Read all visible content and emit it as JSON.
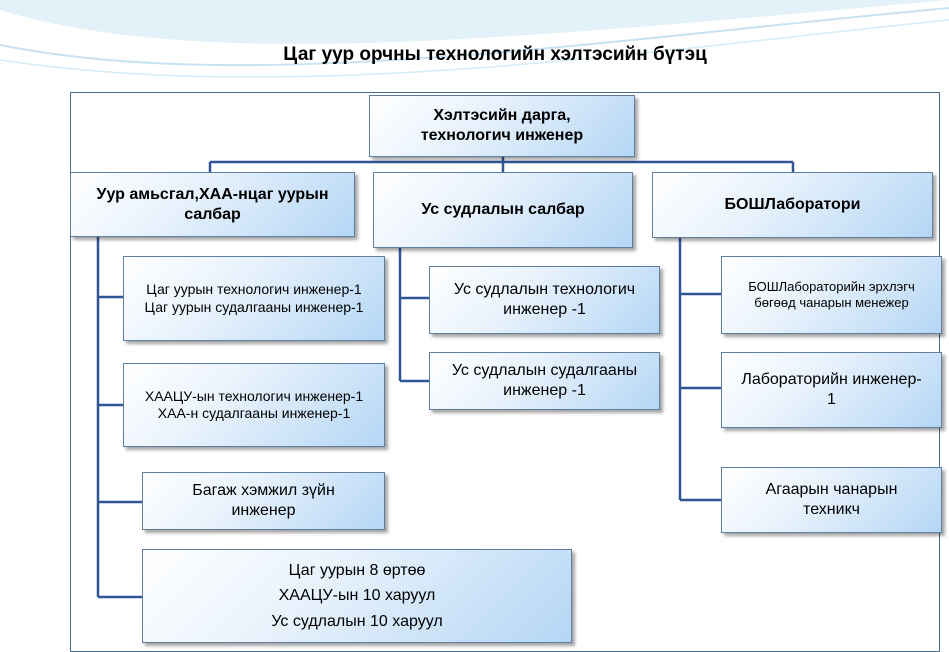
{
  "title": "Цаг уур орчны технологийн хэлтэсийн бүтэц",
  "head": {
    "lines": [
      "Хэлтэсийн дарга,",
      "технологич  инженер"
    ]
  },
  "departments": [
    {
      "lines": [
        "Уур амьсгал,ХАА-нцаг  уурын",
        "салбар"
      ],
      "children": [
        {
          "lines": [
            "Цаг уурын  технологич инженер-1",
            "Цаг уурын судалгааны инженер-1"
          ]
        },
        {
          "lines": [
            "ХААЦУ-ын технологич инженер-1",
            "ХАА-н судалгааны инженер-1"
          ]
        },
        {
          "lines": [
            "Багаж хэмжил зүйн",
            "инженер"
          ]
        },
        {
          "lines": [
            "Цаг уурын 8 өртөө",
            "ХААЦУ-ын 10 харуул",
            "Ус судлалын 10 харуул"
          ]
        }
      ]
    },
    {
      "lines": [
        "Ус судлалын салбар"
      ],
      "children": [
        {
          "lines": [
            "Ус судлалын технологич",
            "инженер -1"
          ]
        },
        {
          "lines": [
            "Ус судлалын судалгааны",
            "инженер -1"
          ]
        }
      ]
    },
    {
      "lines": [
        "БОШЛаборатори"
      ],
      "children": [
        {
          "lines": [
            "БОШЛабораторийн эрхлэгч",
            "бөгөөд чанарын менежер"
          ]
        },
        {
          "lines": [
            "Лабораторийн инженер-",
            "1"
          ]
        },
        {
          "lines": [
            "Агаарын чанарын",
            "техникч"
          ]
        }
      ]
    }
  ]
}
